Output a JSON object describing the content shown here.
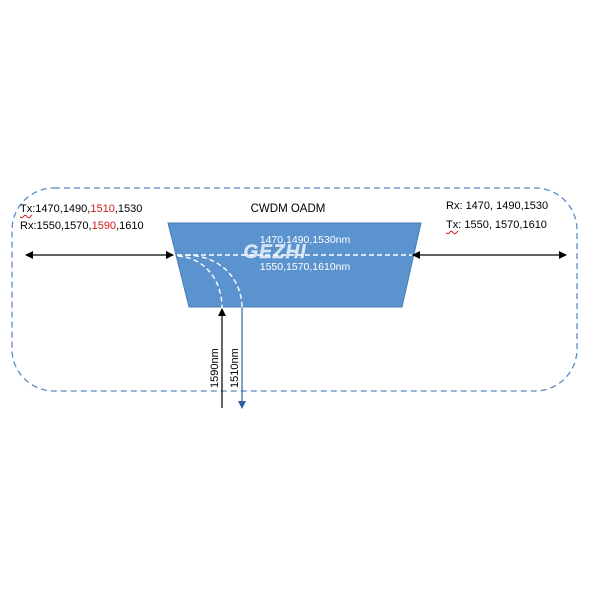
{
  "title": "CWDM OADM",
  "logo_text": "GEZHI",
  "center_labels": {
    "upper": "1470,1490,1530nm",
    "lower": "1550,1570,1610nm"
  },
  "left": {
    "tx_prefix": "Tx",
    "tx_rest_a": ":1470,1490,",
    "tx_highlight": "1510",
    "tx_rest_b": ",1530",
    "rx_prefix": "Rx",
    "rx_rest_a": ":1550,1570,",
    "rx_highlight": "1590",
    "rx_rest_b": ",1610"
  },
  "right": {
    "rx_prefix": "Rx",
    "rx_rest": ": 1470, 1490,1530",
    "tx_prefix": "Tx",
    "tx_rest": ": 1550, 1570,1610"
  },
  "drop_add": {
    "add_label": "1590nm",
    "drop_label": "1510nm"
  },
  "colors": {
    "box_fill": "#5b93cf",
    "box_stroke": "#4a7db5",
    "dashed_border": "#5b8cc0",
    "highlight": "#d01818",
    "drop_arrow": "#2f5fa0"
  }
}
